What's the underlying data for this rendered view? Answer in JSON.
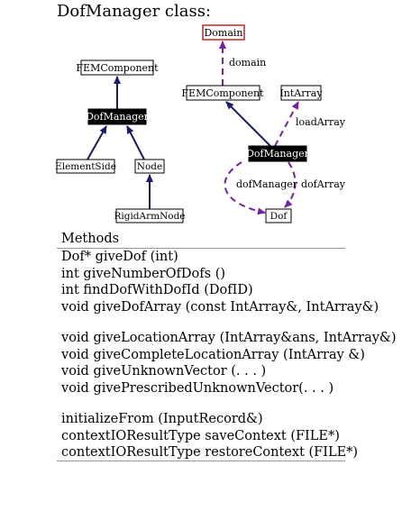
{
  "title": "DofManager class:",
  "colors": {
    "purple": "#7a1fa2",
    "navy": "#1a1a6e",
    "red": "#cc2222"
  },
  "diagram_left": {
    "nodes": {
      "fem": "FEMComponent",
      "dof": "DofManager",
      "elem": "ElementSide",
      "node": "Node",
      "rigid": "RigidArmNode"
    }
  },
  "diagram_right": {
    "nodes": {
      "domain": "Domain",
      "fem": "FEMComponent",
      "intarray": "IntArray",
      "dof": "DofManager",
      "dofnode": "Dof"
    },
    "edges": {
      "domain": "domain",
      "loadarray": "loadArray",
      "dofmanager": "dofManager",
      "dofarray": "dofArray"
    }
  },
  "methods": {
    "header": "Methods",
    "groups": [
      [
        "Dof* giveDof (int)",
        "int giveNumberOfDofs ()",
        "int findDofWithDofId (DofID)",
        "void giveDofArray (const IntArray&, IntArray&)"
      ],
      [
        "void giveLocationArray (IntArray&ans, IntArray&)",
        "void giveCompleteLocationArray (IntArray &)",
        "void giveUnknownVector (. . . )",
        "void givePrescribedUnknownVector(. . . )"
      ],
      [
        "initializeFrom (InputRecord&)",
        "contextIOResultType saveContext (FILE*)",
        "contextIOResultType restoreContext (FILE*)"
      ]
    ]
  }
}
